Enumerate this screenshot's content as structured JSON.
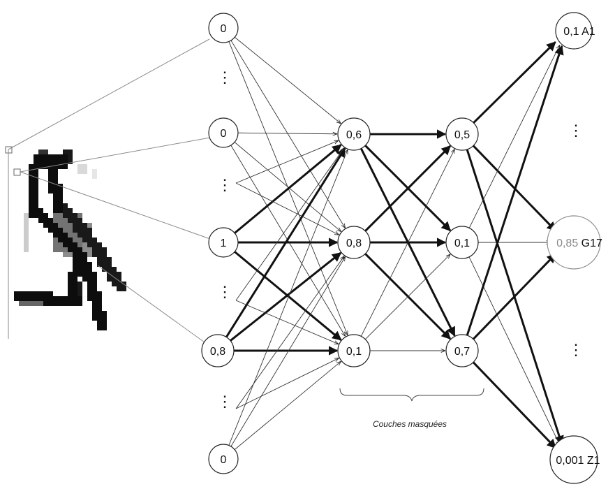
{
  "diagram": {
    "input_nodes": [
      {
        "id": "in0",
        "value": "0"
      },
      {
        "id": "in1",
        "value": "0"
      },
      {
        "id": "in2",
        "value": "1"
      },
      {
        "id": "in3",
        "value": "0,8"
      },
      {
        "id": "in4",
        "value": "0"
      }
    ],
    "hidden_layer_1": [
      {
        "id": "h1a",
        "value": "0,6"
      },
      {
        "id": "h1b",
        "value": "0,8"
      },
      {
        "id": "h1c",
        "value": "0,1"
      }
    ],
    "hidden_layer_2": [
      {
        "id": "h2a",
        "value": "0,5"
      },
      {
        "id": "h2b",
        "value": "0,1"
      },
      {
        "id": "h2c",
        "value": "0,7"
      }
    ],
    "output_nodes": [
      {
        "id": "out0",
        "value": "0,1",
        "code": "A1"
      },
      {
        "id": "out1",
        "value": "0,85",
        "code": "G17"
      },
      {
        "id": "out2",
        "value": "0,001",
        "code": "Z1"
      }
    ],
    "ellipsis": "⋮",
    "hidden_caption": "Couches masquées",
    "colors": {
      "stroke": "#111111",
      "thin_line": "#333333",
      "grey_line": "#8a8a8a",
      "highlight": "#8a8a8a"
    },
    "image": {
      "icon": "bird-hieroglyph-icon"
    }
  }
}
